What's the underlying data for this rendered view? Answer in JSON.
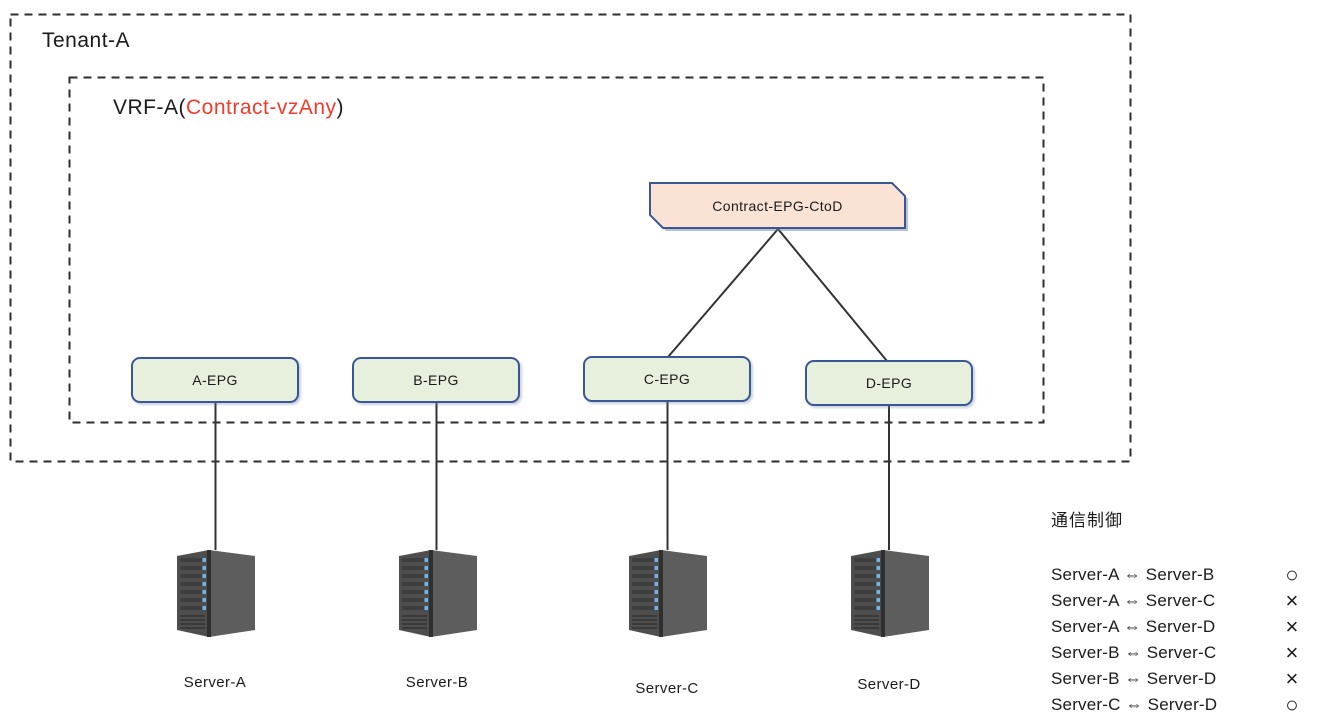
{
  "tenant": {
    "label": "Tenant-A"
  },
  "vrf": {
    "label_prefix": "VRF-A(",
    "contract_name": "Contract-vzAny",
    "label_suffix": ")"
  },
  "contract": {
    "label": "Contract-EPG-CtoD"
  },
  "epgs": [
    {
      "id": "a-epg",
      "label": "A-EPG"
    },
    {
      "id": "b-epg",
      "label": "B-EPG"
    },
    {
      "id": "c-epg",
      "label": "C-EPG"
    },
    {
      "id": "d-epg",
      "label": "D-EPG"
    }
  ],
  "servers": [
    {
      "id": "server-a",
      "label": "Server-A"
    },
    {
      "id": "server-b",
      "label": "Server-B"
    },
    {
      "id": "server-c",
      "label": "Server-C"
    },
    {
      "id": "server-d",
      "label": "Server-D"
    }
  ],
  "legend": {
    "title": "通信制御",
    "rows": [
      {
        "pair": "Server-A ⇔ Server-B",
        "symbol": "○"
      },
      {
        "pair": "Server-A ⇔ Server-C",
        "symbol": "×"
      },
      {
        "pair": "Server-A ⇔ Server-D",
        "symbol": "×"
      },
      {
        "pair": "Server-B ⇔ Server-C",
        "symbol": "×"
      },
      {
        "pair": "Server-B ⇔ Server-D",
        "symbol": "×"
      },
      {
        "pair": "Server-C ⇔ Server-D",
        "symbol": "○"
      }
    ]
  },
  "colors": {
    "border_blue": "#3a5795",
    "epg_fill": "#e7f0dd",
    "contract_fill": "#fae3d4",
    "highlight_red": "#f23a2b",
    "line_dark": "#333333",
    "server_led_blue": "#6fb3e8"
  }
}
